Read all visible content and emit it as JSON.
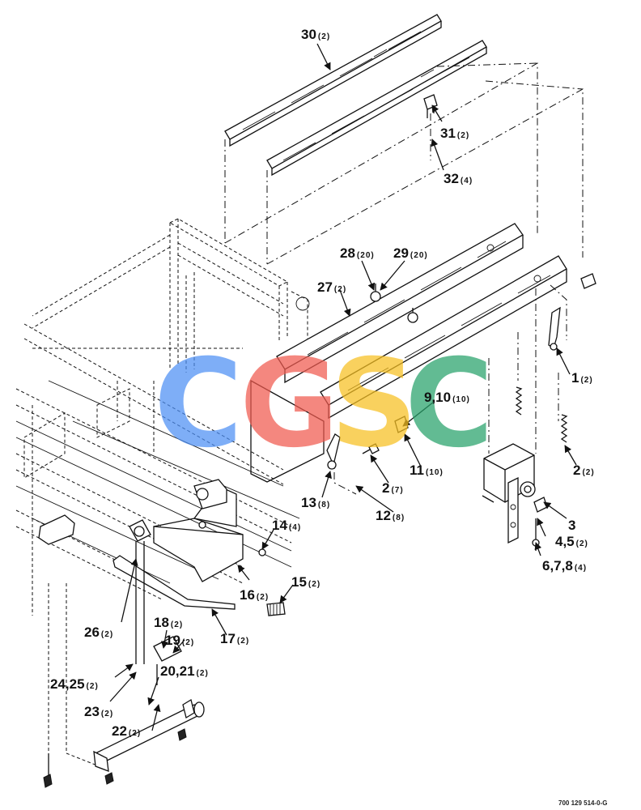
{
  "callouts": [
    {
      "id": "30",
      "qty": "(2)"
    },
    {
      "id": "31",
      "qty": "(2)"
    },
    {
      "id": "32",
      "qty": "(4)"
    },
    {
      "id": "28",
      "qty": "(20)"
    },
    {
      "id": "29",
      "qty": "(20)"
    },
    {
      "id": "27",
      "qty": "(2)"
    },
    {
      "id": "1",
      "qty": "(2)"
    },
    {
      "id": "9,10",
      "qty": "(10)"
    },
    {
      "id": "11",
      "qty": "(10)"
    },
    {
      "id": "2",
      "qty": "(2)"
    },
    {
      "id": "2",
      "qty": "(7)"
    },
    {
      "id": "13",
      "qty": "(8)"
    },
    {
      "id": "12",
      "qty": "(8)"
    },
    {
      "id": "3",
      "qty": ""
    },
    {
      "id": "4,5",
      "qty": "(2)"
    },
    {
      "id": "6,7,8",
      "qty": "(4)"
    },
    {
      "id": "14",
      "qty": "(4)"
    },
    {
      "id": "15",
      "qty": "(2)"
    },
    {
      "id": "16",
      "qty": "(2)"
    },
    {
      "id": "17",
      "qty": "(2)"
    },
    {
      "id": "26",
      "qty": "(2)"
    },
    {
      "id": "18",
      "qty": "(2)"
    },
    {
      "id": "19",
      "qty": "(2)"
    },
    {
      "id": "24,25",
      "qty": "(2)"
    },
    {
      "id": "20,21",
      "qty": "(2)"
    },
    {
      "id": "23",
      "qty": "(2)"
    },
    {
      "id": "22",
      "qty": "(2)"
    }
  ],
  "figure_id": "700 129 514-0-G",
  "watermark": {
    "letters": [
      "C",
      "G",
      "S",
      "C"
    ],
    "colors": [
      "#4d8ff5",
      "#f05a4f",
      "#f7c021",
      "#27a26a"
    ]
  }
}
